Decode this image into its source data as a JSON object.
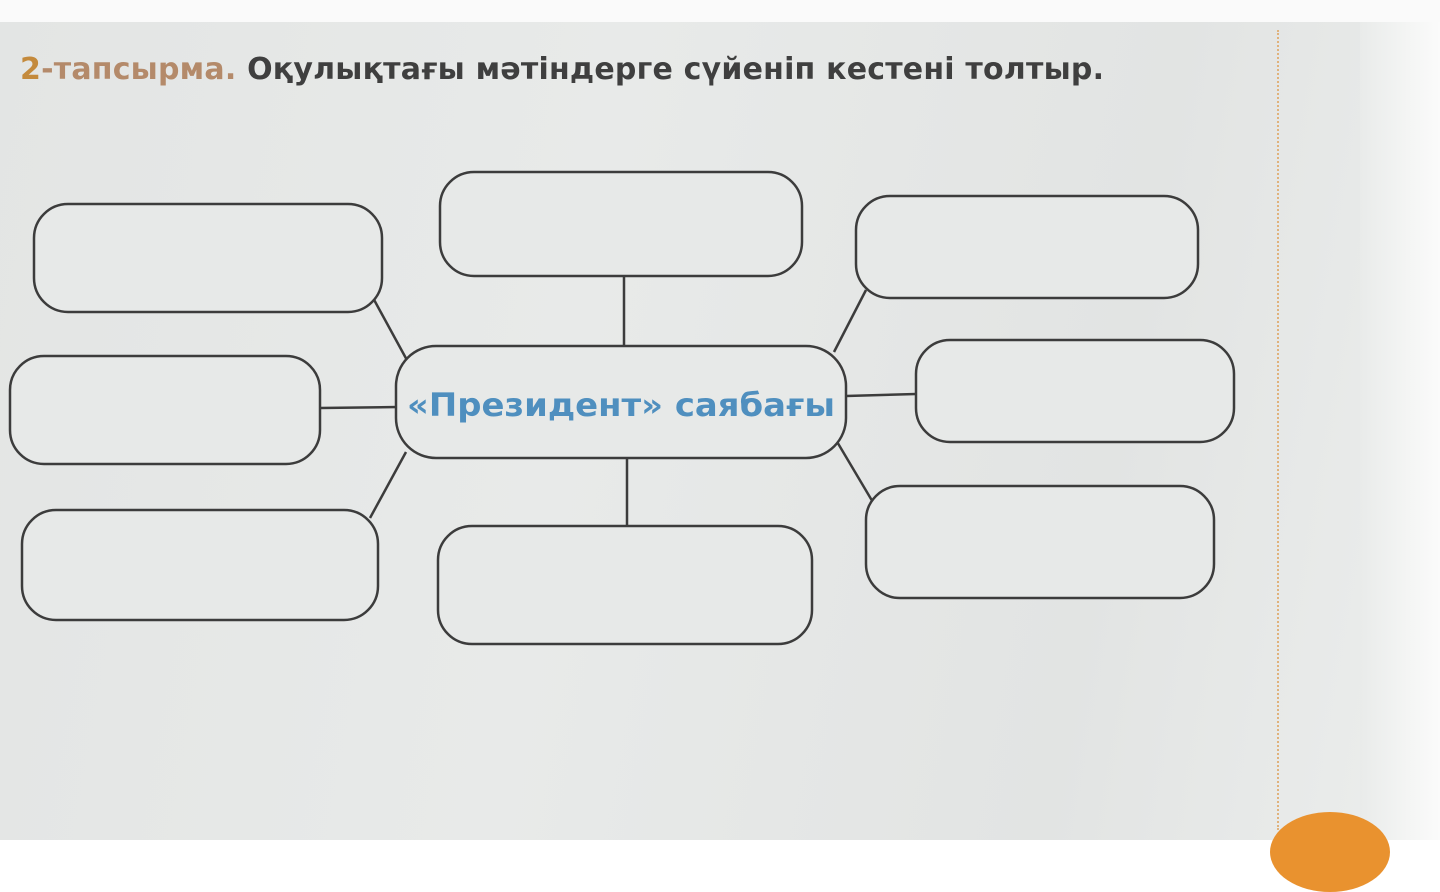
{
  "task": {
    "number": "2",
    "word": "-тапсырма.",
    "instruction": " Оқулықтағы мәтіндерге сүйеніп кестені толтыр."
  },
  "diagram": {
    "center_label": "«Президент» саябағы",
    "empty_boxes": [
      {
        "id": "top-left"
      },
      {
        "id": "top-center"
      },
      {
        "id": "top-right"
      },
      {
        "id": "middle-left"
      },
      {
        "id": "middle-right"
      },
      {
        "id": "bottom-left"
      },
      {
        "id": "bottom-center"
      },
      {
        "id": "bottom-right"
      }
    ]
  },
  "colors": {
    "title_text": "#3f3f3f",
    "title_number": "#c48a3c",
    "center_label": "#4f8fbf",
    "outline": "#3c3c3c",
    "accent_orange": "#e9922f"
  }
}
